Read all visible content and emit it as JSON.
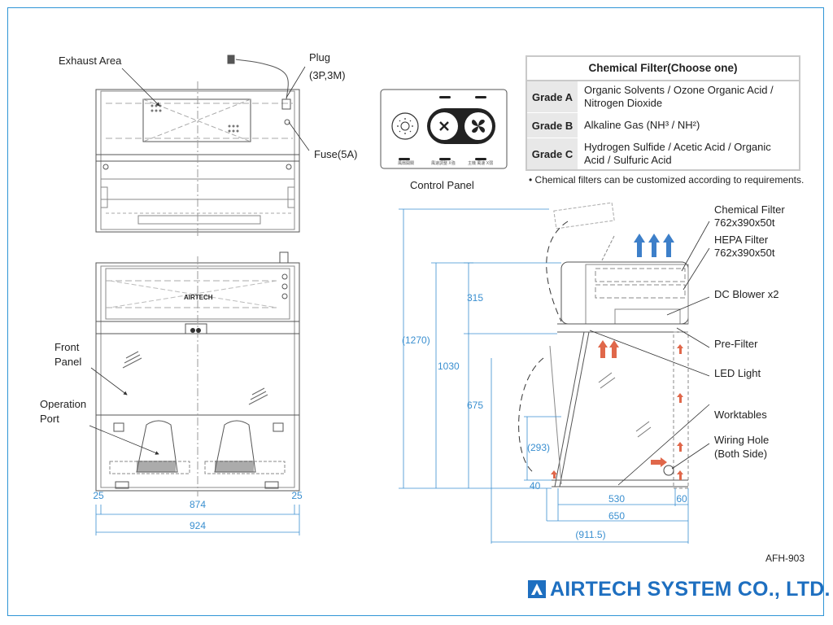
{
  "labels": {
    "exhaust_area": "Exhaust Area",
    "plug_line1": "Plug",
    "plug_line2": "(3P,3M)",
    "fuse": "Fuse(5A)",
    "front_panel_line1": "Front",
    "front_panel_line2": "Panel",
    "operation_port_line1": "Operation",
    "operation_port_line2": "Port",
    "control_panel": "Control Panel",
    "chemical_filter_line1": "Chemical Filter",
    "chemical_filter_line2": "762x390x50t",
    "hepa_filter_line1": "HEPA Filter",
    "hepa_filter_line2": "762x390x50t",
    "dc_blower": "DC Blower x2",
    "pre_filter": "Pre-Filter",
    "led_light": "LED Light",
    "worktables": "Worktables",
    "wiring_hole_line1": "Wiring Hole",
    "wiring_hole_line2": "(Both Side)",
    "front_logo": "AIRTECH"
  },
  "control_panel": {
    "button_labels": [
      "風扇開關",
      "風速調整 X強",
      "主機 風速 X弱"
    ]
  },
  "dimensions": {
    "front_left_margin": "25",
    "front_inner_width": "874",
    "front_right_margin": "25",
    "front_total_width": "924",
    "side_total_height": "(1270)",
    "side_body_height": "1030",
    "side_top_height": "315",
    "side_lower_height": "675",
    "side_opening": "(293)",
    "side_bottom": "40",
    "side_worktable": "530",
    "side_right": "60",
    "side_depth": "650",
    "side_total_depth": "(911.5)"
  },
  "chemical_filter_table": {
    "title": "Chemical Filter(Choose one)",
    "rows": [
      {
        "grade": "Grade A",
        "desc": "Organic Solvents / Ozone Organic Acid / Nitrogen Dioxide"
      },
      {
        "grade": "Grade B",
        "desc": "Alkaline Gas (NH³ / NH²)"
      },
      {
        "grade": "Grade C",
        "desc": "Hydrogen Sulfide / Acetic Acid / Organic Acid / Sulfuric Acid"
      }
    ],
    "note": "• Chemical filters can be customized according to requirements."
  },
  "model": "AFH-903",
  "brand": "AIRTECH SYSTEM CO., LTD.",
  "colors": {
    "frame": "#2f95d6",
    "dimension": "#3a8fd0",
    "airflow_up": "#3d7fc9",
    "airflow_in": "#e0674a",
    "brand": "#1e6fc0"
  }
}
